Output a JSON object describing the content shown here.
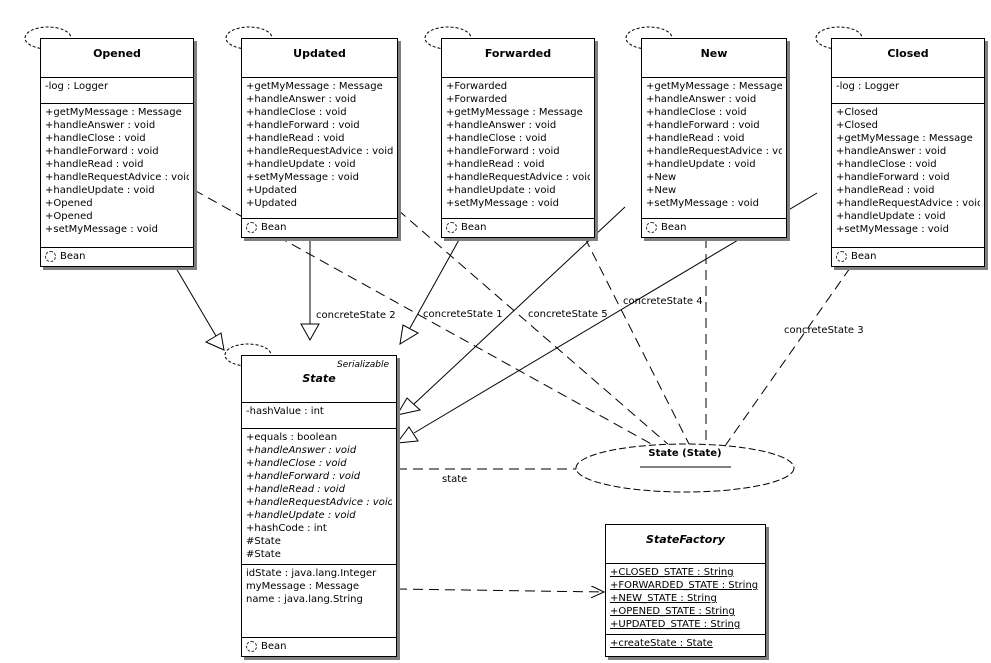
{
  "classes": {
    "opened": {
      "name": "Opened",
      "attributes": [
        "-log : Logger"
      ],
      "operations": [
        "+getMyMessage : Message",
        "+handleAnswer : void",
        "+handleClose : void",
        "+handleForward : void",
        "+handleRead : void",
        "+handleRequestAdvice : void",
        "+handleUpdate : void",
        "+Opened",
        "+Opened",
        "+setMyMessage : void"
      ],
      "footer": "Bean"
    },
    "updated": {
      "name": "Updated",
      "operations": [
        "+getMyMessage : Message",
        "+handleAnswer : void",
        "+handleClose : void",
        "+handleForward : void",
        "+handleRead : void",
        "+handleRequestAdvice : void",
        "+handleUpdate : void",
        "+setMyMessage : void",
        "+Updated",
        "+Updated"
      ],
      "footer": "Bean"
    },
    "forwarded": {
      "name": "Forwarded",
      "operations": [
        "+Forwarded",
        "+Forwarded",
        "+getMyMessage : Message",
        "+handleAnswer : void",
        "+handleClose : void",
        "+handleForward : void",
        "+handleRead : void",
        "+handleRequestAdvice : void",
        "+handleUpdate : void",
        "+setMyMessage : void"
      ],
      "footer": "Bean"
    },
    "new": {
      "name": "New",
      "operations": [
        "+getMyMessage : Message",
        "+handleAnswer : void",
        "+handleClose : void",
        "+handleForward : void",
        "+handleRead : void",
        "+handleRequestAdvice : void",
        "+handleUpdate : void",
        "+New",
        "+New",
        "+setMyMessage : void"
      ],
      "footer": "Bean"
    },
    "closed": {
      "name": "Closed",
      "attributes": [
        "-log : Logger"
      ],
      "operations": [
        "+Closed",
        "+Closed",
        "+getMyMessage : Message",
        "+handleAnswer : void",
        "+handleClose : void",
        "+handleForward : void",
        "+handleRead : void",
        "+handleRequestAdvice : void",
        "+handleUpdate : void",
        "+setMyMessage : void"
      ],
      "footer": "Bean"
    },
    "state": {
      "stereotype": "Serializable",
      "name": "State",
      "attributes": [
        "-hashValue : int"
      ],
      "operations": [
        "+equals : boolean",
        "+handleAnswer : void",
        "+handleClose : void",
        "+handleForward : void",
        "+handleRead : void",
        "+handleRequestAdvice : void",
        "+handleUpdate : void",
        "+hashCode : int",
        "#State",
        "#State"
      ],
      "properties": [
        "idState : java.lang.Integer",
        "myMessage : Message",
        "name : java.lang.String"
      ],
      "footer": "Bean"
    },
    "factory": {
      "name": "StateFactory",
      "attributes": [
        "+CLOSED_STATE : String",
        "+FORWARDED_STATE : String",
        "+NEW_STATE : String",
        "+OPENED_STATE : String",
        "+UPDATED_STATE : String"
      ],
      "operations": [
        "+createState : State"
      ]
    }
  },
  "collaboration": {
    "label": "State (State)"
  },
  "roles": {
    "cs1": "concreteState 1",
    "cs2": "concreteState 2",
    "cs3": "concreteState 3",
    "cs4": "concreteState 4",
    "cs5": "concreteState 5",
    "state": "state"
  }
}
